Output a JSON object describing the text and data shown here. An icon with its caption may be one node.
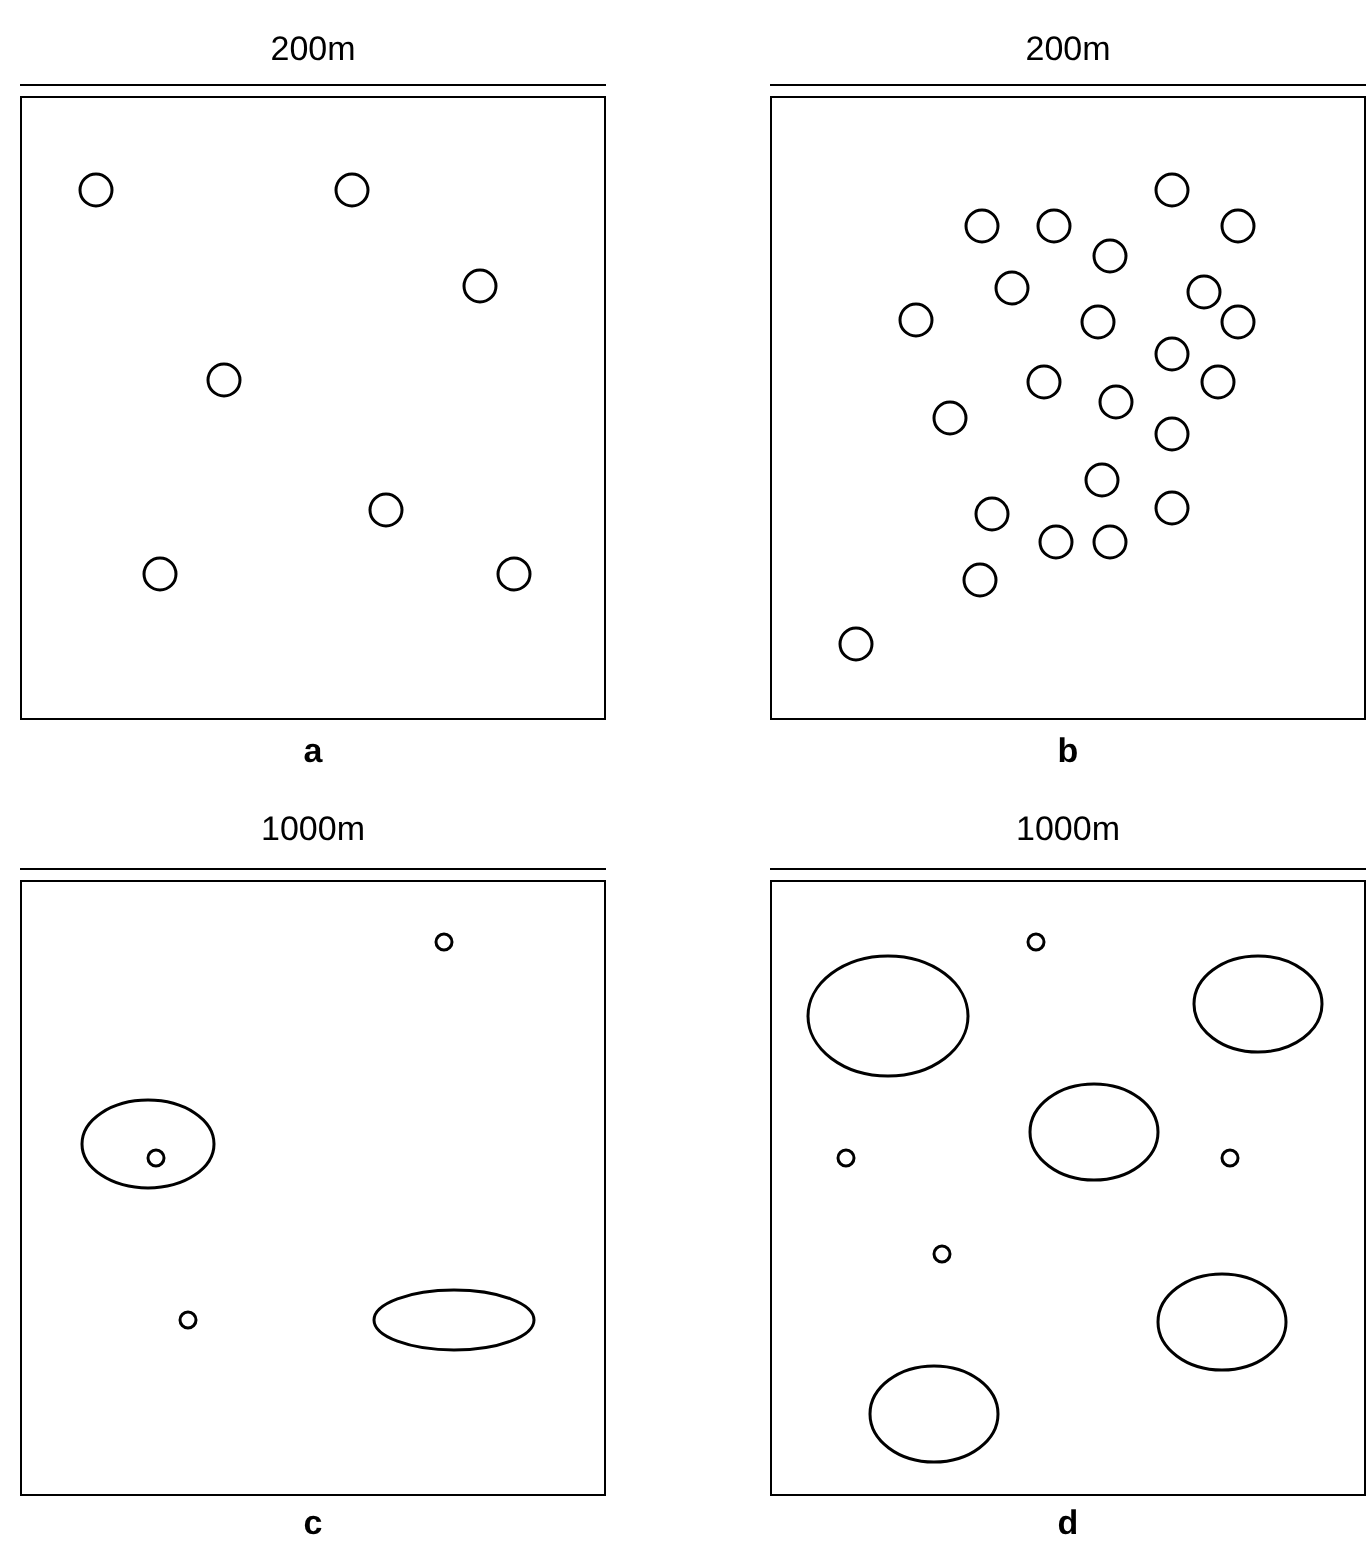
{
  "diagram": {
    "labels": [
      "200m",
      "200m",
      "a",
      "b",
      "1000m",
      "1000m",
      "c",
      "d"
    ]
  }
}
